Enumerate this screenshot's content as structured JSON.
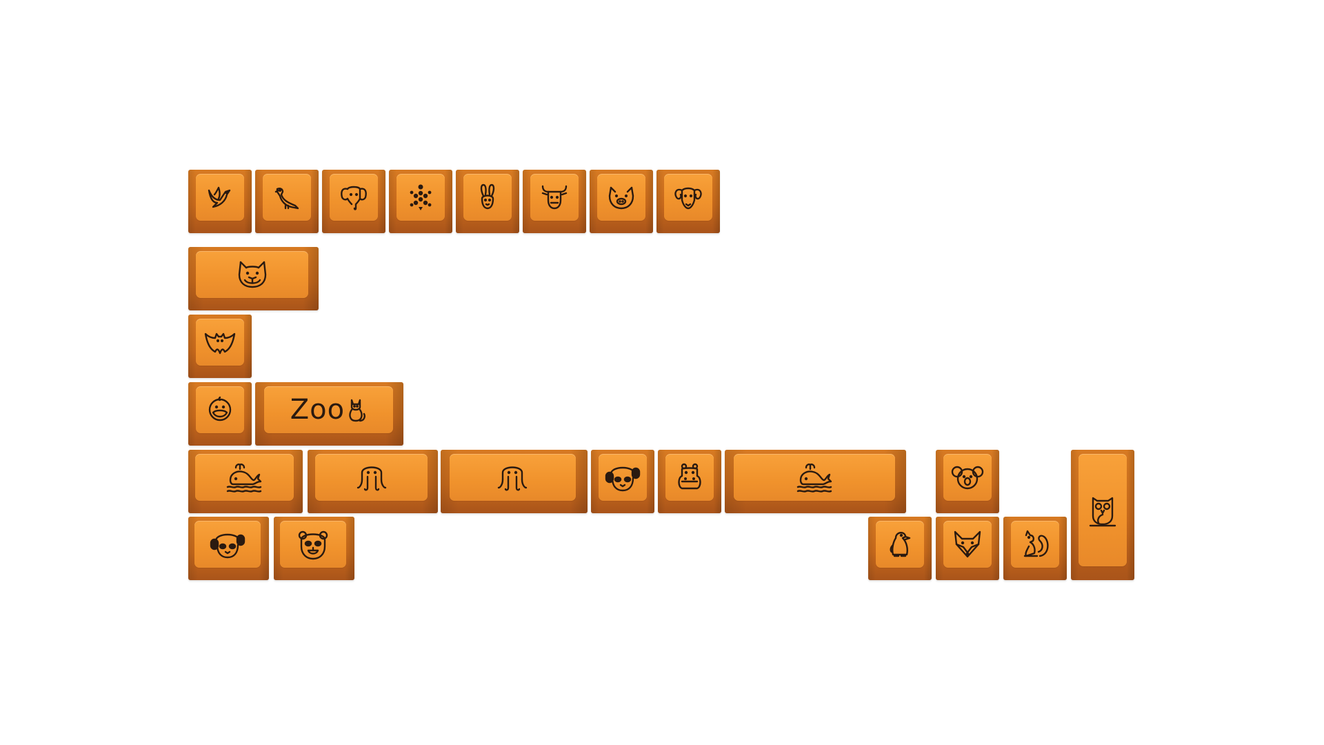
{
  "colors": {
    "background": "#ffffff",
    "key_top": "#f29530",
    "key_side": "#c86a1c",
    "legend": "#2a1a10"
  },
  "zoo_key": {
    "text": "Zoo"
  },
  "keys": [
    {
      "name": "bird-key",
      "icon": "bird-icon"
    },
    {
      "name": "parrot-key",
      "icon": "parrot-icon"
    },
    {
      "name": "elephant-key",
      "icon": "elephant-icon"
    },
    {
      "name": "turtle-key",
      "icon": "turtle-icon"
    },
    {
      "name": "rabbit-key",
      "icon": "rabbit-icon"
    },
    {
      "name": "bull-key",
      "icon": "bull-icon"
    },
    {
      "name": "pig-key",
      "icon": "pig-icon"
    },
    {
      "name": "ram-key",
      "icon": "ram-icon"
    },
    {
      "name": "bulldog-key",
      "icon": "bulldog-icon"
    },
    {
      "name": "bat-key",
      "icon": "bat-icon"
    },
    {
      "name": "duck-key",
      "icon": "duck-icon"
    },
    {
      "name": "zoo-key",
      "icon": "cat-icon"
    },
    {
      "name": "whale-key-left",
      "icon": "whale-icon"
    },
    {
      "name": "octopus-key-1",
      "icon": "octopus-icon"
    },
    {
      "name": "octopus-key-2",
      "icon": "octopus-icon"
    },
    {
      "name": "panda-headphones-key-1",
      "icon": "panda-icon"
    },
    {
      "name": "hippo-key",
      "icon": "hippo-icon"
    },
    {
      "name": "whale-key-space",
      "icon": "whale-icon"
    },
    {
      "name": "koala-key",
      "icon": "koala-icon"
    },
    {
      "name": "owl-key",
      "icon": "owl-icon"
    },
    {
      "name": "panda-headphones-key-2",
      "icon": "panda-icon"
    },
    {
      "name": "bear-key",
      "icon": "bear-icon"
    },
    {
      "name": "penguin-key",
      "icon": "penguin-icon"
    },
    {
      "name": "fox-key",
      "icon": "fox-icon"
    },
    {
      "name": "squirrel-key",
      "icon": "squirrel-icon"
    }
  ]
}
